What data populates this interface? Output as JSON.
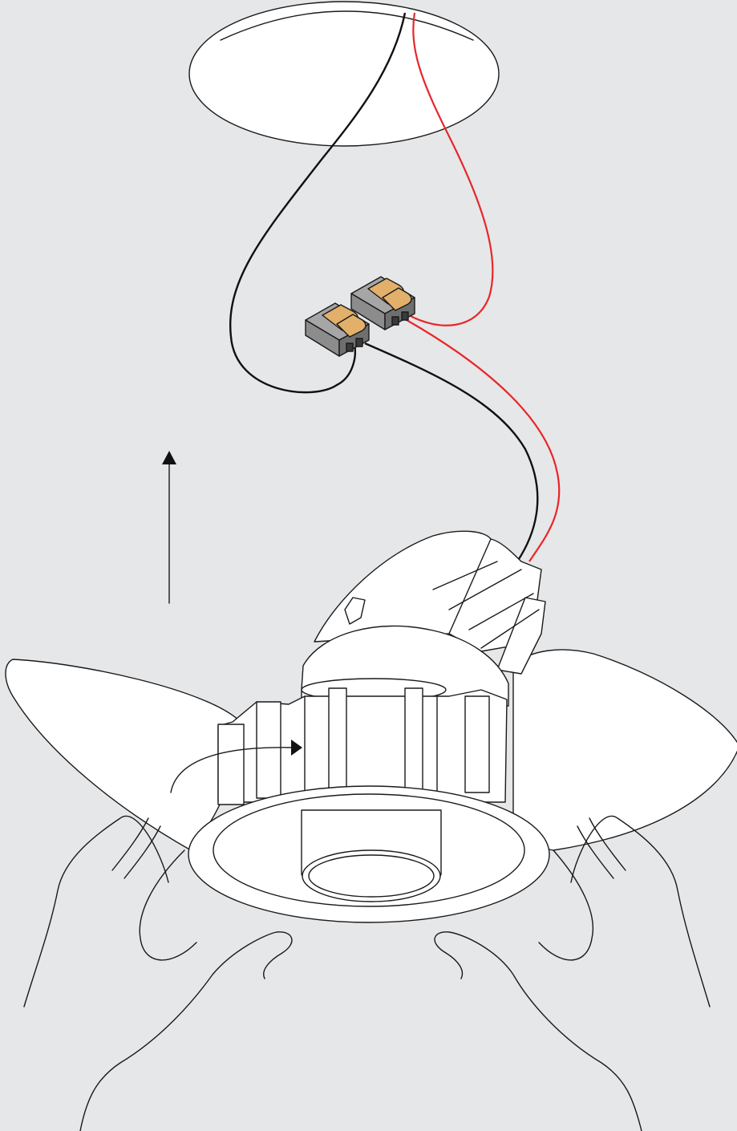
{
  "colors": {
    "background": "#e6e7e8",
    "line": "#1a1a1a",
    "fill": "#ffffff",
    "live_wire": "#e8262a",
    "neutral_wire": "#111111",
    "connector_body": "#8c8c8c",
    "connector_lever": "#e2b06a"
  },
  "diagram": {
    "parts": [
      "ceiling-cutout",
      "live-wire",
      "neutral-wire",
      "wire-connector-live",
      "wire-connector-neutral",
      "downlight-fitting",
      "spring-clip-left",
      "spring-clip-right",
      "left-hand",
      "right-hand"
    ],
    "motions": [
      "push-up",
      "rotate-clockwise"
    ]
  }
}
